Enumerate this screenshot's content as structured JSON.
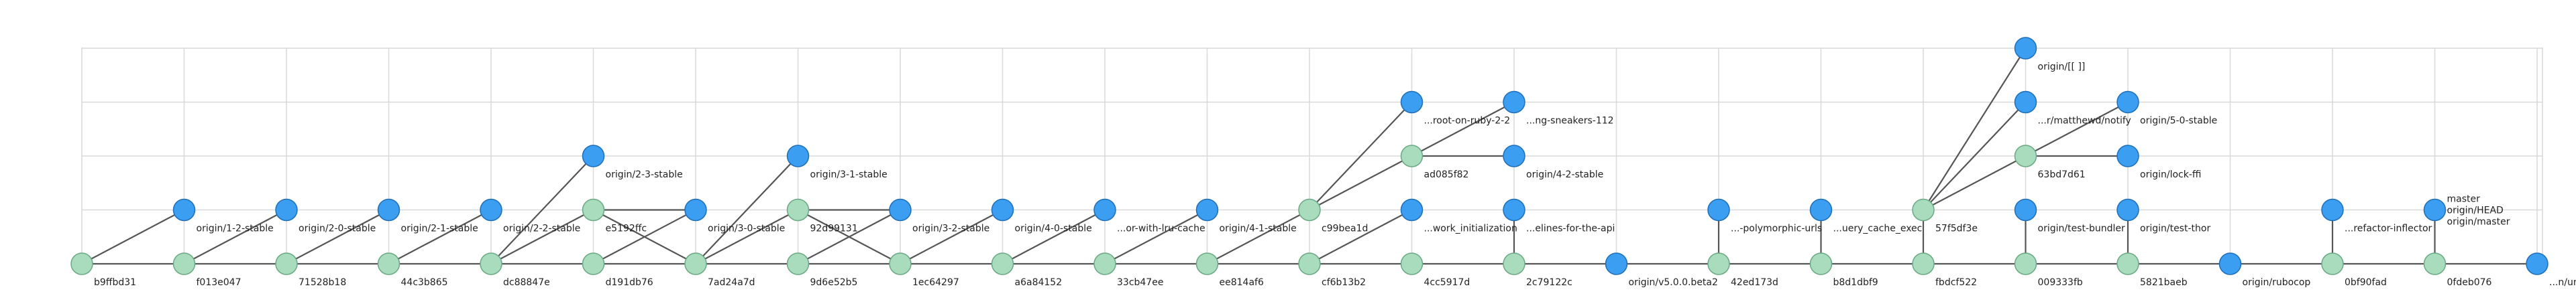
{
  "graph": {
    "colors": {
      "branch_tip": "#3c9ef0",
      "commit": "#a8dcbc",
      "edge": "#555555",
      "grid": "#d9d9d9"
    },
    "nodes": [
      {
        "id": "b9ffbd31",
        "row": 0,
        "col": 0,
        "kind": "commit",
        "label": "b9ffbd31"
      },
      {
        "id": "f013e047",
        "row": 0,
        "col": 1,
        "kind": "commit",
        "label": "f013e047"
      },
      {
        "id": "71528b18",
        "row": 0,
        "col": 2,
        "kind": "commit",
        "label": "71528b18"
      },
      {
        "id": "44c3b865",
        "row": 0,
        "col": 3,
        "kind": "commit",
        "label": "44c3b865"
      },
      {
        "id": "dc88847e",
        "row": 0,
        "col": 4,
        "kind": "commit",
        "label": "dc88847e"
      },
      {
        "id": "d191db76",
        "row": 0,
        "col": 5,
        "kind": "commit",
        "label": "d191db76"
      },
      {
        "id": "7ad24a7d",
        "row": 0,
        "col": 6,
        "kind": "commit",
        "label": "7ad24a7d"
      },
      {
        "id": "9d6e52b5",
        "row": 0,
        "col": 7,
        "kind": "commit",
        "label": "9d6e52b5"
      },
      {
        "id": "1ec64297",
        "row": 0,
        "col": 8,
        "kind": "commit",
        "label": "1ec64297"
      },
      {
        "id": "a6a84152",
        "row": 0,
        "col": 9,
        "kind": "commit",
        "label": "a6a84152"
      },
      {
        "id": "33cb47ee",
        "row": 0,
        "col": 10,
        "kind": "commit",
        "label": "33cb47ee"
      },
      {
        "id": "ee814af6",
        "row": 0,
        "col": 11,
        "kind": "commit",
        "label": "ee814af6"
      },
      {
        "id": "cf6b13b2",
        "row": 0,
        "col": 12,
        "kind": "commit",
        "label": "cf6b13b2"
      },
      {
        "id": "4cc5917d",
        "row": 0,
        "col": 13,
        "kind": "commit",
        "label": "4cc5917d"
      },
      {
        "id": "2c79122c",
        "row": 0,
        "col": 14,
        "kind": "commit",
        "label": "2c79122c"
      },
      {
        "id": "v5beta2",
        "row": 0,
        "col": 15,
        "kind": "tip",
        "label": "origin/v5.0.0.beta2"
      },
      {
        "id": "42ed173d",
        "row": 0,
        "col": 16,
        "kind": "commit",
        "label": "42ed173d"
      },
      {
        "id": "b8d1dbf9",
        "row": 0,
        "col": 17,
        "kind": "commit",
        "label": "b8d1dbf9"
      },
      {
        "id": "fbdcf522",
        "row": 0,
        "col": 18,
        "kind": "commit",
        "label": "fbdcf522"
      },
      {
        "id": "009333fb",
        "row": 0,
        "col": 19,
        "kind": "commit",
        "label": "009333fb"
      },
      {
        "id": "5821baeb",
        "row": 0,
        "col": 20,
        "kind": "commit",
        "label": "5821baeb"
      },
      {
        "id": "rubocop",
        "row": 0,
        "col": 21,
        "kind": "tip",
        "label": "origin/rubocop"
      },
      {
        "id": "0bf90fad",
        "row": 0,
        "col": 22,
        "kind": "commit",
        "label": "0bf90fad"
      },
      {
        "id": "0fdeb076",
        "row": 0,
        "col": 23,
        "kind": "commit",
        "label": "0fdeb076"
      },
      {
        "id": "unlockmin",
        "row": 0,
        "col": 24,
        "kind": "tip",
        "label": "...n/unlock-minitest"
      },
      {
        "id": "t12",
        "row": 1,
        "col": 1,
        "kind": "tip",
        "label": "origin/1-2-stable"
      },
      {
        "id": "t20",
        "row": 1,
        "col": 2,
        "kind": "tip",
        "label": "origin/2-0-stable"
      },
      {
        "id": "t21",
        "row": 1,
        "col": 3,
        "kind": "tip",
        "label": "origin/2-1-stable"
      },
      {
        "id": "t22",
        "row": 1,
        "col": 4,
        "kind": "tip",
        "label": "origin/2-2-stable"
      },
      {
        "id": "e5192ffc",
        "row": 1,
        "col": 5,
        "kind": "commit",
        "label": "e5192ffc"
      },
      {
        "id": "t30",
        "row": 1,
        "col": 6,
        "kind": "tip",
        "label": "origin/3-0-stable"
      },
      {
        "id": "92d99131",
        "row": 1,
        "col": 7,
        "kind": "commit",
        "label": "92d99131"
      },
      {
        "id": "t32",
        "row": 1,
        "col": 8,
        "kind": "tip",
        "label": "origin/3-2-stable"
      },
      {
        "id": "t40",
        "row": 1,
        "col": 9,
        "kind": "tip",
        "label": "origin/4-0-stable"
      },
      {
        "id": "lru",
        "row": 1,
        "col": 10,
        "kind": "tip",
        "label": "...or-with-lru-cache"
      },
      {
        "id": "t41",
        "row": 1,
        "col": 11,
        "kind": "tip",
        "label": "origin/4-1-stable"
      },
      {
        "id": "c99bea1d",
        "row": 1,
        "col": 12,
        "kind": "commit",
        "label": "c99bea1d"
      },
      {
        "id": "workinit",
        "row": 1,
        "col": 13,
        "kind": "tip",
        "label": "...work_initialization"
      },
      {
        "id": "api",
        "row": 1,
        "col": 14,
        "kind": "tip",
        "label": "...elines-for-the-api"
      },
      {
        "id": "poly",
        "row": 1,
        "col": 16,
        "kind": "tip",
        "label": "...-polymorphic-urls"
      },
      {
        "id": "queryexec",
        "row": 1,
        "col": 17,
        "kind": "tip",
        "label": "...uery_cache_exec"
      },
      {
        "id": "57f5df3e",
        "row": 1,
        "col": 18,
        "kind": "commit",
        "label": "57f5df3e"
      },
      {
        "id": "testbundler",
        "row": 1,
        "col": 19,
        "kind": "tip",
        "label": "origin/test-bundler"
      },
      {
        "id": "testthor",
        "row": 1,
        "col": 20,
        "kind": "tip",
        "label": "origin/test-thor"
      },
      {
        "id": "refactor",
        "row": 1,
        "col": 22,
        "kind": "tip",
        "label": "...refactor-inflector"
      },
      {
        "id": "master",
        "row": 1,
        "col": 23,
        "kind": "tip",
        "label": "master\norigin/HEAD\norigin/master"
      },
      {
        "id": "t23",
        "row": 2,
        "col": 5,
        "kind": "tip",
        "label": "origin/2-3-stable"
      },
      {
        "id": "t31",
        "row": 2,
        "col": 7,
        "kind": "tip",
        "label": "origin/3-1-stable"
      },
      {
        "id": "ad085f82",
        "row": 2,
        "col": 13,
        "kind": "commit",
        "label": "ad085f82"
      },
      {
        "id": "t42",
        "row": 2,
        "col": 14,
        "kind": "tip",
        "label": "origin/4-2-stable"
      },
      {
        "id": "63bd7d61",
        "row": 2,
        "col": 19,
        "kind": "commit",
        "label": "63bd7d61"
      },
      {
        "id": "lockffi",
        "row": 2,
        "col": 20,
        "kind": "tip",
        "label": "origin/lock-ffi"
      },
      {
        "id": "rootruby",
        "row": 3,
        "col": 13,
        "kind": "tip",
        "label": "...root-on-ruby-2-2"
      },
      {
        "id": "sneakers",
        "row": 3,
        "col": 14,
        "kind": "tip",
        "label": "...ng-sneakers-112"
      },
      {
        "id": "notify",
        "row": 3,
        "col": 19,
        "kind": "tip",
        "label": "...r/matthewd/notify"
      },
      {
        "id": "t50",
        "row": 3,
        "col": 20,
        "kind": "tip",
        "label": "origin/5-0-stable"
      },
      {
        "id": "tip_top",
        "row": 4,
        "col": 19,
        "kind": "tip",
        "label": "origin/[[ ]]"
      }
    ],
    "edges": [
      [
        "b9ffbd31",
        "f013e047"
      ],
      [
        "f013e047",
        "71528b18"
      ],
      [
        "71528b18",
        "44c3b865"
      ],
      [
        "44c3b865",
        "dc88847e"
      ],
      [
        "dc88847e",
        "d191db76"
      ],
      [
        "d191db76",
        "7ad24a7d"
      ],
      [
        "7ad24a7d",
        "9d6e52b5"
      ],
      [
        "9d6e52b5",
        "1ec64297"
      ],
      [
        "1ec64297",
        "a6a84152"
      ],
      [
        "a6a84152",
        "33cb47ee"
      ],
      [
        "33cb47ee",
        "ee814af6"
      ],
      [
        "ee814af6",
        "cf6b13b2"
      ],
      [
        "cf6b13b2",
        "4cc5917d"
      ],
      [
        "4cc5917d",
        "2c79122c"
      ],
      [
        "2c79122c",
        "v5beta2"
      ],
      [
        "v5beta2",
        "42ed173d"
      ],
      [
        "42ed173d",
        "b8d1dbf9"
      ],
      [
        "b8d1dbf9",
        "fbdcf522"
      ],
      [
        "fbdcf522",
        "009333fb"
      ],
      [
        "009333fb",
        "5821baeb"
      ],
      [
        "5821baeb",
        "rubocop"
      ],
      [
        "rubocop",
        "0bf90fad"
      ],
      [
        "0bf90fad",
        "0fdeb076"
      ],
      [
        "0fdeb076",
        "unlockmin"
      ],
      [
        "b9ffbd31",
        "t12"
      ],
      [
        "f013e047",
        "t20"
      ],
      [
        "71528b18",
        "t21"
      ],
      [
        "44c3b865",
        "t22"
      ],
      [
        "dc88847e",
        "e5192ffc"
      ],
      [
        "dc88847e",
        "t23"
      ],
      [
        "e5192ffc",
        "t30"
      ],
      [
        "e5192ffc",
        "7ad24a7d"
      ],
      [
        "d191db76",
        "t30"
      ],
      [
        "7ad24a7d",
        "92d99131"
      ],
      [
        "7ad24a7d",
        "t31"
      ],
      [
        "92d99131",
        "t32"
      ],
      [
        "92d99131",
        "1ec64297"
      ],
      [
        "9d6e52b5",
        "t32"
      ],
      [
        "1ec64297",
        "t40"
      ],
      [
        "a6a84152",
        "lru"
      ],
      [
        "33cb47ee",
        "t41"
      ],
      [
        "ee814af6",
        "c99bea1d"
      ],
      [
        "c99bea1d",
        "ad085f82"
      ],
      [
        "c99bea1d",
        "rootruby"
      ],
      [
        "ad085f82",
        "sneakers"
      ],
      [
        "ad085f82",
        "t42"
      ],
      [
        "cf6b13b2",
        "workinit"
      ],
      [
        "2c79122c",
        "api"
      ],
      [
        "42ed173d",
        "poly"
      ],
      [
        "b8d1dbf9",
        "queryexec"
      ],
      [
        "fbdcf522",
        "57f5df3e"
      ],
      [
        "57f5df3e",
        "tip_top"
      ],
      [
        "57f5df3e",
        "notify"
      ],
      [
        "57f5df3e",
        "63bd7d61"
      ],
      [
        "63bd7d61",
        "lockffi"
      ],
      [
        "63bd7d61",
        "t50"
      ],
      [
        "009333fb",
        "testbundler"
      ],
      [
        "5821baeb",
        "testthor"
      ],
      [
        "0bf90fad",
        "refactor"
      ],
      [
        "0fdeb076",
        "master"
      ]
    ]
  }
}
